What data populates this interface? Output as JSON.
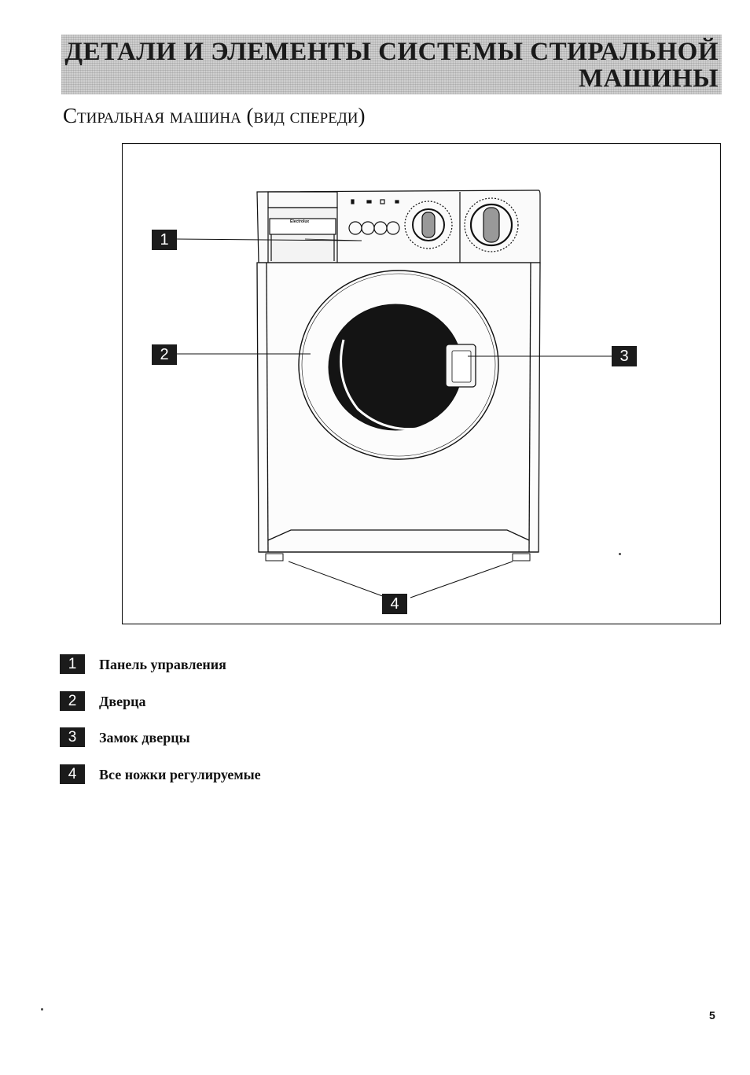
{
  "header": {
    "title_line1": "ДЕТАЛИ И ЭЛЕМЕНТЫ СИСТЕМЫ СТИРАЛЬНОЙ",
    "title_line2": "МАШИНЫ"
  },
  "subtitle": "Стиральная машина (вид спереди)",
  "figure": {
    "brand": "Electrolux",
    "callouts": [
      "1",
      "2",
      "3",
      "4"
    ]
  },
  "legend": [
    {
      "number": "1",
      "label": "Панель управления"
    },
    {
      "number": "2",
      "label": "Дверца"
    },
    {
      "number": "3",
      "label": "Замок дверцы"
    },
    {
      "number": "4",
      "label": "Все ножки регулируемые"
    }
  ],
  "page_number": "5"
}
